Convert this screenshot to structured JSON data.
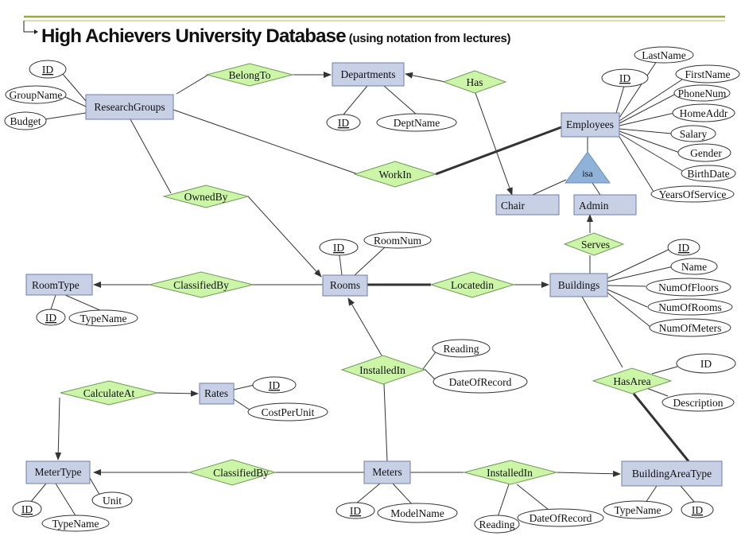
{
  "title": {
    "main": "High Achievers University Database",
    "sub": "(using notation from lectures)"
  },
  "entities": {
    "research_groups": "ResearchGroups",
    "departments": "Departments",
    "employees": "Employees",
    "chair": "Chair",
    "admin": "Admin",
    "room_type": "RoomType",
    "rooms": "Rooms",
    "buildings": "Buildings",
    "rates": "Rates",
    "meter_type": "MeterType",
    "meters": "Meters",
    "building_area_type": "BuildingAreaType"
  },
  "relationships": {
    "belong_to": "BelongTo",
    "has": "Has",
    "work_in": "WorkIn",
    "owned_by": "OwnedBy",
    "classified_by_room": "ClassifiedBy",
    "located_in": "Locatedin",
    "serves": "Serves",
    "installed_in_rooms": "InstalledIn",
    "has_area": "HasArea",
    "calculate_at": "CalculateAt",
    "classified_by_meter": "ClassifiedBy",
    "installed_in_building": "InstalledIn"
  },
  "isa_label": "isa",
  "attributes": {
    "rg_id": "ID",
    "rg_group_name": "GroupName",
    "rg_budget": "Budget",
    "dept_id": "ID",
    "dept_name": "DeptName",
    "emp_id": "ID",
    "emp_last_name": "LastName",
    "emp_first_name": "FirstName",
    "emp_phone_num": "PhoneNum",
    "emp_home_addr": "HomeAddr",
    "emp_salary": "Salary",
    "emp_gender": "Gender",
    "emp_birth_date": "BirthDate",
    "emp_years_of_service": "YearsOfService",
    "room_id": "ID",
    "room_num": "RoomNum",
    "roomtype_id": "ID",
    "roomtype_name": "TypeName",
    "bld_id": "ID",
    "bld_name": "Name",
    "bld_num_floors": "NumOfFloors",
    "bld_num_rooms": "NumOfRooms",
    "bld_num_meters": "NumOfMeters",
    "inst_reading": "Reading",
    "inst_date_of_record": "DateOfRecord",
    "area_id": "ID",
    "area_description": "Description",
    "rates_id": "ID",
    "rates_cost_per_unit": "CostPerUnit",
    "mt_id": "ID",
    "mt_unit": "Unit",
    "mt_type_name": "TypeName",
    "meter_id": "ID",
    "meter_model_name": "ModelName",
    "bi_reading": "Reading",
    "bi_date_of_record": "DateOfRecord",
    "bat_type_name": "TypeName",
    "bat_id": "ID"
  },
  "colors": {
    "entity_fill": "#c8d0e6",
    "relationship_fill": "#ccf5a8",
    "isa_fill": "#8fb2d9",
    "title_rule": "#9aaa3a"
  }
}
